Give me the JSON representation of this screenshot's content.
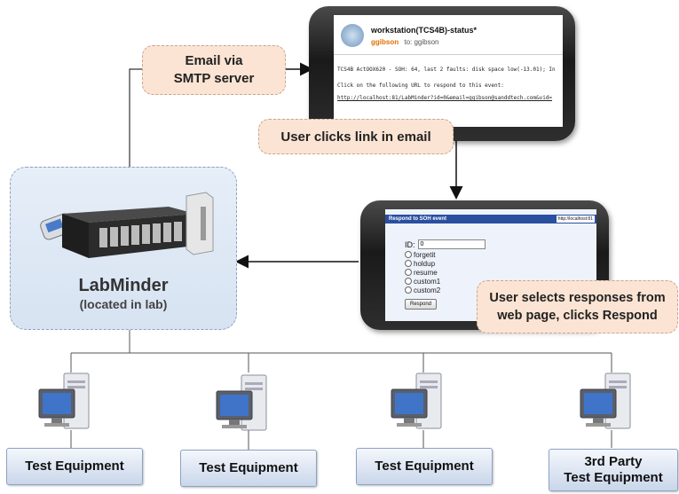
{
  "callouts": {
    "email_line1": "Email via",
    "email_line2": "SMTP server",
    "user_clicks": "User clicks link in email",
    "user_selects_line1": "User selects responses from",
    "user_selects_line2": "web page, clicks Respond"
  },
  "labminder": {
    "title": "LabMinder",
    "subtitle": "(located in lab)"
  },
  "phone1": {
    "subject": "workstation(TCS4B)-status*",
    "from": "ggibson",
    "to": "to: ggibson",
    "line1": "TCS4B ActOOX620 - SOH: 64, last 2 faults: disk space low(-13.01); In",
    "line2": "Click on the following URL to respond to this event:",
    "link": "http://localhost:81/LabMinder?id=0&email=ggibson@sanddtech.com&vid="
  },
  "phone2": {
    "header": "Respond to SOH event",
    "url": "http://localhost:81",
    "id_label": "ID:",
    "id_value": "0",
    "options": [
      "forgetit",
      "holdup",
      "resume",
      "custom1",
      "custom2"
    ],
    "button": "Respond"
  },
  "equipment": {
    "e1": "Test Equipment",
    "e2": "Test Equipment",
    "e3": "Test Equipment",
    "e4_line1": "3rd Party",
    "e4_line2": "Test Equipment"
  }
}
